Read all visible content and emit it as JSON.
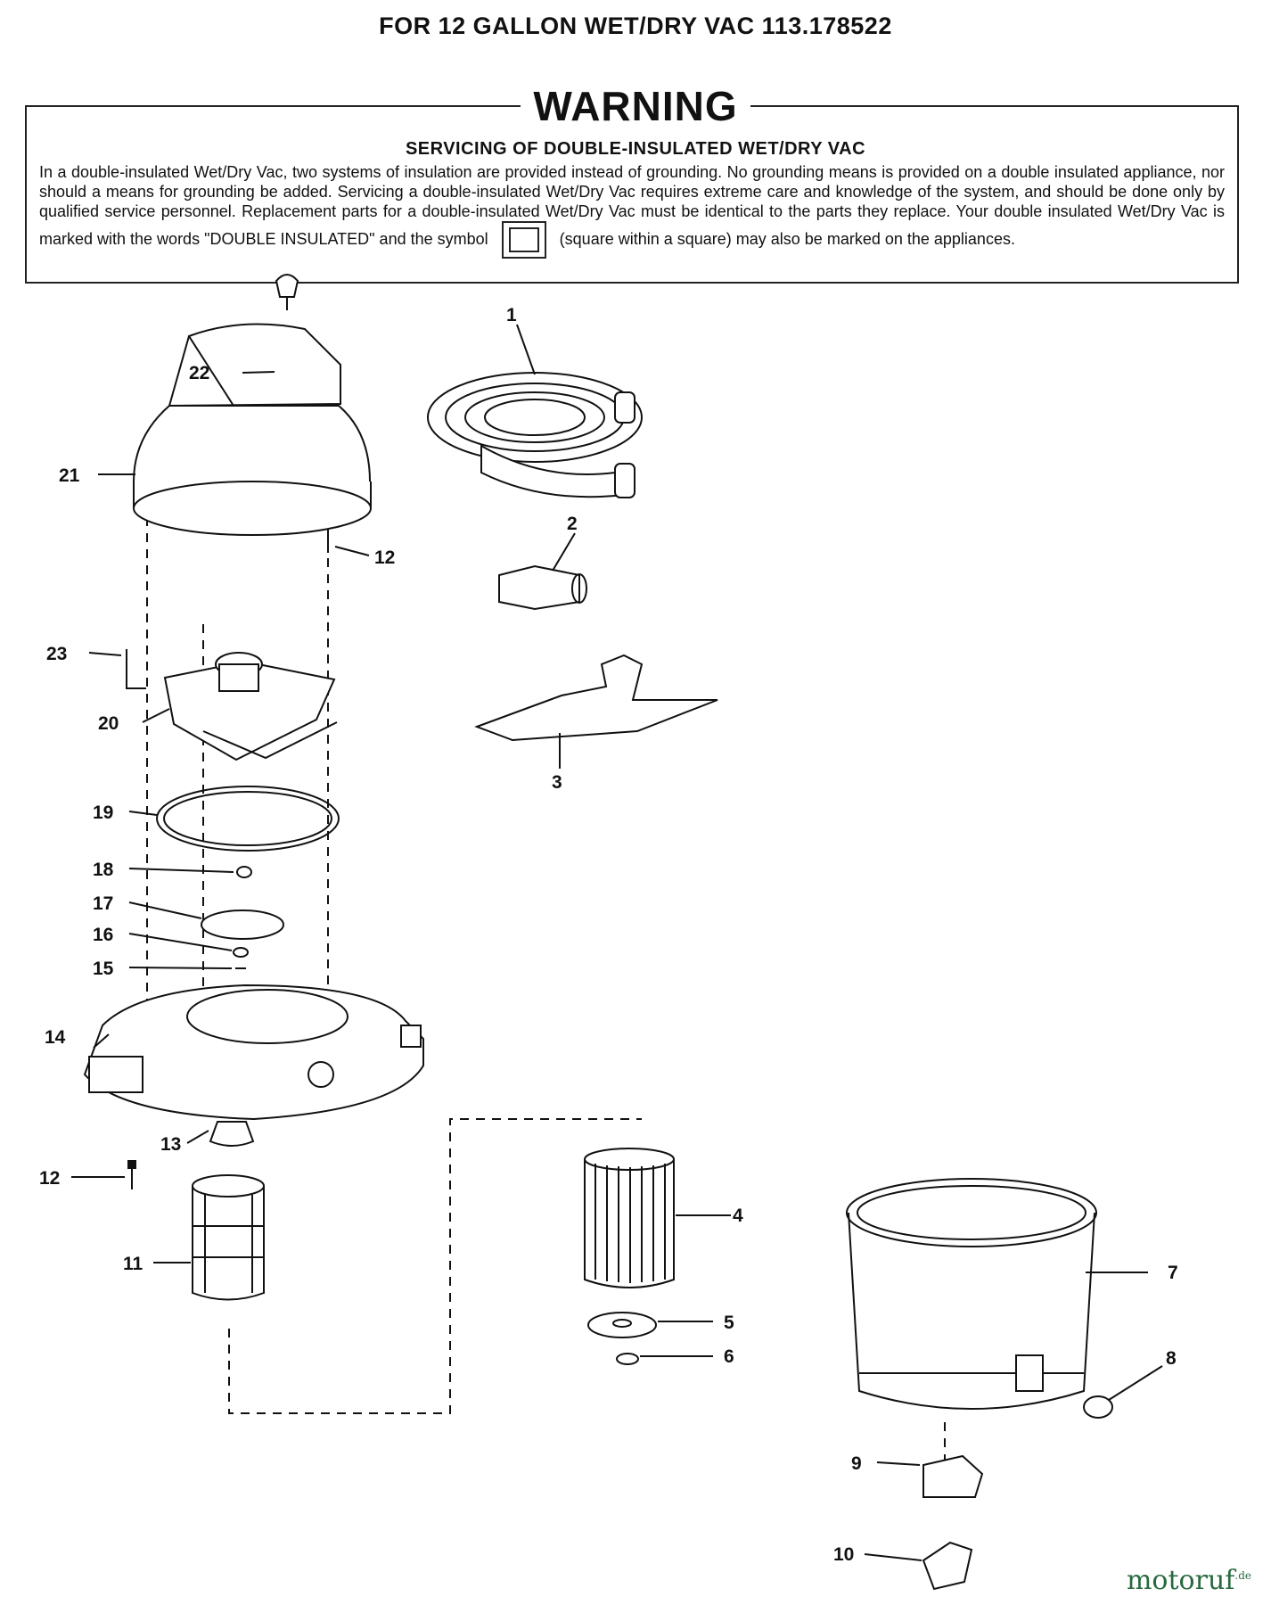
{
  "title": "FOR 12 GALLON WET/DRY VAC 113.178522",
  "warning": {
    "heading": "WARNING",
    "subheading": "SERVICING OF DOUBLE-INSULATED WET/DRY VAC",
    "text_before_symbol": "In a double-insulated Wet/Dry Vac, two systems of insulation are provided instead of grounding. No grounding means is provided on a double insulated appliance, nor should a means for grounding be added. Servicing a double-insulated Wet/Dry Vac requires extreme care and knowledge of the system, and should be done only by qualified service personnel. Replacement parts for a double-insulated Wet/Dry Vac must be identical to the parts they replace. Your double insulated Wet/Dry Vac is marked with the words \"DOUBLE INSULATED\" and the symbol",
    "text_after_symbol": "(square within a square) may also be marked on the appliances."
  },
  "callouts": [
    "1",
    "2",
    "3",
    "4",
    "5",
    "6",
    "7",
    "8",
    "9",
    "10",
    "11",
    "12",
    "12",
    "13",
    "14",
    "15",
    "16",
    "17",
    "18",
    "19",
    "20",
    "21",
    "22",
    "23"
  ],
  "watermark": {
    "name": "motoruf",
    "tld": ".de"
  },
  "colors": {
    "ink": "#111111",
    "brand": "#2a6a3f"
  }
}
